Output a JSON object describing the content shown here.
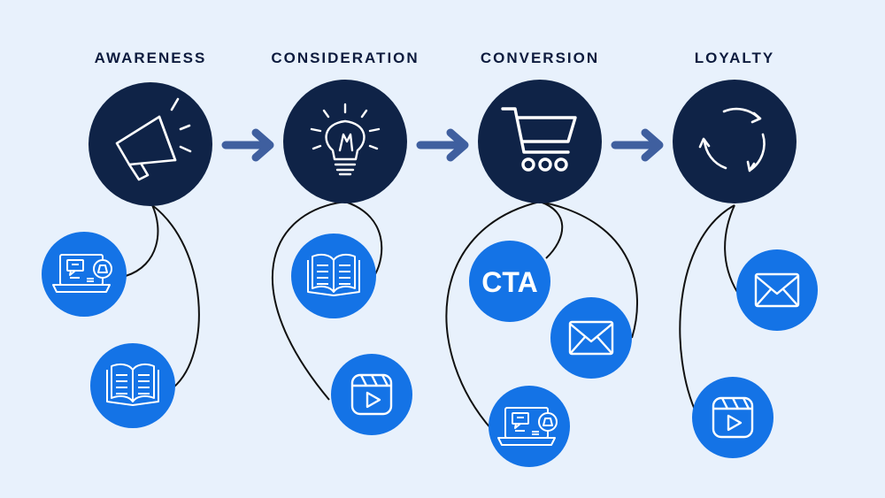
{
  "stages": [
    {
      "title": "AWARENESS",
      "icon": "megaphone-icon"
    },
    {
      "title": "CONSIDERATION",
      "icon": "lightbulb-icon"
    },
    {
      "title": "CONVERSION",
      "icon": "shopping-cart-icon"
    },
    {
      "title": "LOYALTY",
      "icon": "refresh-cycle-icon"
    }
  ],
  "content_items": {
    "awareness": [
      "laptop-chat-icon",
      "open-book-icon"
    ],
    "consideration": [
      "open-book-icon",
      "video-reel-icon"
    ],
    "conversion": [
      "cta-badge",
      "envelope-icon",
      "laptop-chat-icon"
    ],
    "loyalty": [
      "envelope-icon",
      "video-reel-icon"
    ]
  },
  "cta_label": "CTA",
  "colors": {
    "background": "#e8f1fc",
    "stage_circle": "#0f2347",
    "content_circle": "#1473e6",
    "arrow": "#3f5f9f",
    "connector": "#111111",
    "title": "#0d1b3e"
  }
}
